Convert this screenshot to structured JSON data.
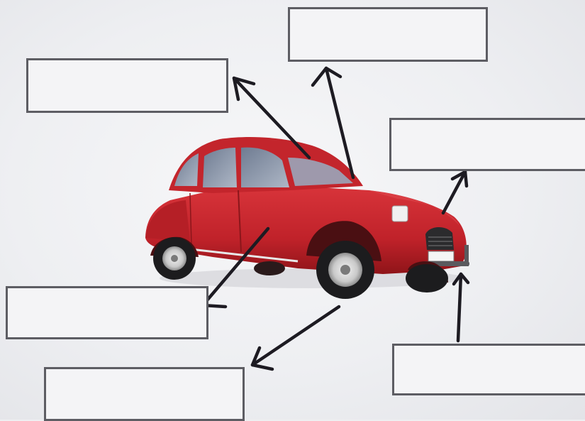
{
  "diagram": {
    "car": {
      "color": "#c8242b"
    },
    "labels": [
      {
        "id": "box-1",
        "text": ""
      },
      {
        "id": "box-2",
        "text": ""
      },
      {
        "id": "box-3",
        "text": ""
      },
      {
        "id": "box-4",
        "text": ""
      },
      {
        "id": "box-5",
        "text": ""
      },
      {
        "id": "box-6",
        "text": ""
      }
    ]
  }
}
